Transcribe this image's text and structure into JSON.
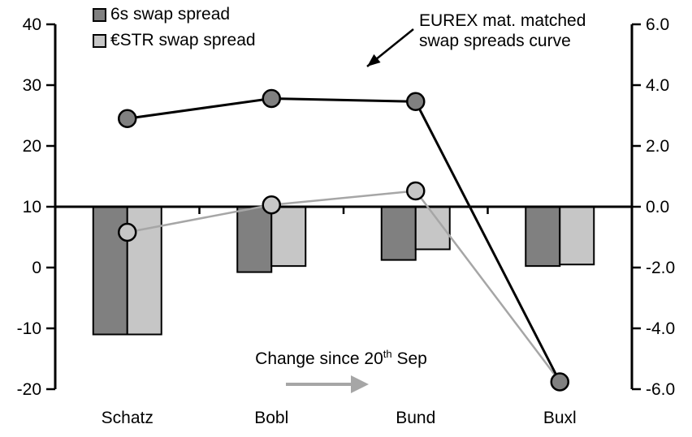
{
  "figure": {
    "background": "#FFFFFF",
    "legend": {
      "items": [
        {
          "label": "6s swap spread",
          "swatch_color": "#808080"
        },
        {
          "label": "€STR swap spread",
          "swatch_color": "#C6C6C6"
        }
      ]
    },
    "annotation": {
      "line1": "EUREX mat. matched",
      "line2": "swap spreads curve"
    },
    "change_note": {
      "prefix": "Change since 20",
      "sup": "th",
      "suffix": " Sep"
    }
  },
  "chart_data": {
    "type": "combo (bar + line)",
    "title": "",
    "xlabel": "",
    "ylabel": "",
    "grid": false,
    "legend_position": "top-left",
    "categories": [
      "Schatz",
      "Bobl",
      "Bund",
      "Buxl"
    ],
    "left_axis": {
      "ticks": [
        "40",
        "30",
        "20",
        "10",
        "0",
        "-10",
        "-20"
      ],
      "range": [
        -20,
        40
      ]
    },
    "right_axis": {
      "ticks": [
        "6.0",
        "4.0",
        "2.0",
        "0.0",
        "-2.0",
        "-4.0",
        "-6.0"
      ],
      "range": [
        -6,
        6
      ]
    },
    "baseline": {
      "left_value": 10,
      "right_value": 0
    },
    "bar_series": [
      {
        "name": "6s swap spread (change since 20th Sep)",
        "axis": "right",
        "fill": "#808080",
        "values": [
          -4.2,
          -2.15,
          -1.75,
          -1.95
        ]
      },
      {
        "name": "€STR swap spread (change since 20th Sep)",
        "axis": "right",
        "fill": "#C6C6C6",
        "values": [
          -4.2,
          -1.95,
          -1.4,
          -1.9
        ]
      }
    ],
    "line_series": [
      {
        "name": "6s EUREX mat. matched swap spreads curve",
        "axis": "left",
        "stroke": "#000000",
        "marker_fill": "#808080",
        "values": [
          24.5,
          27.8,
          27.3,
          -18.8
        ],
        "markers": [
          true,
          true,
          true,
          true
        ]
      },
      {
        "name": "€STR EUREX mat. matched swap spreads curve",
        "axis": "left",
        "stroke": "#A6A6A6",
        "marker_fill": "#C6C6C6",
        "values": [
          5.8,
          10.3,
          12.6,
          -19.8
        ],
        "markers": [
          true,
          true,
          true,
          false
        ]
      }
    ],
    "colors": {
      "dark_gray": "#808080",
      "light_gray": "#C6C6C6",
      "line_gray": "#A6A6A6",
      "black": "#000000"
    }
  }
}
